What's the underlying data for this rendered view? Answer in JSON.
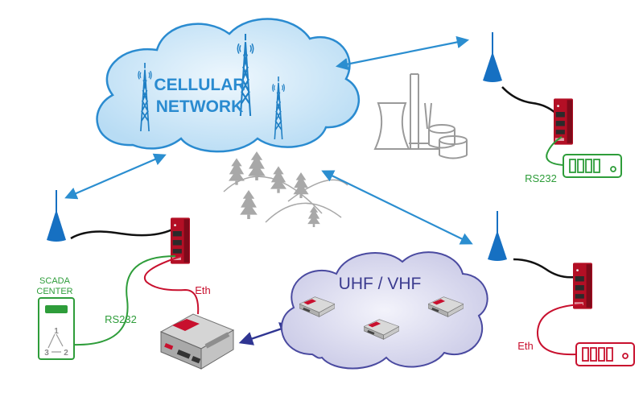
{
  "cellular_cloud": {
    "line1": "CELLULAR",
    "line2": "NETWORK"
  },
  "radio_cloud": {
    "title": "UHF / VHF"
  },
  "scada": {
    "line1": "SCADA",
    "line2": "CENTER",
    "node1": "1",
    "node2": "2",
    "node3": "3"
  },
  "labels": {
    "rs232_right": "RS232",
    "rs232_left": "RS232",
    "eth_left": "Eth",
    "eth_right": "Eth"
  },
  "colors": {
    "cloud_blue": "#2a8bd0",
    "cloud_fill": "#cfe6f7",
    "radio_cloud_fill": "#dcdcf0",
    "radio_cloud_text": "#3b3b8f",
    "arrow_blue": "#2b8ed0",
    "arrow_navy": "#2f3592",
    "antenna_blue": "#1670c2",
    "router_red": "#c8102e",
    "rs232_green": "#2e9d3a",
    "eth_red": "#c8102e",
    "cable_black": "#111111",
    "factory_gray": "#9a9a9a",
    "tree_gray": "#a8a8a8"
  }
}
